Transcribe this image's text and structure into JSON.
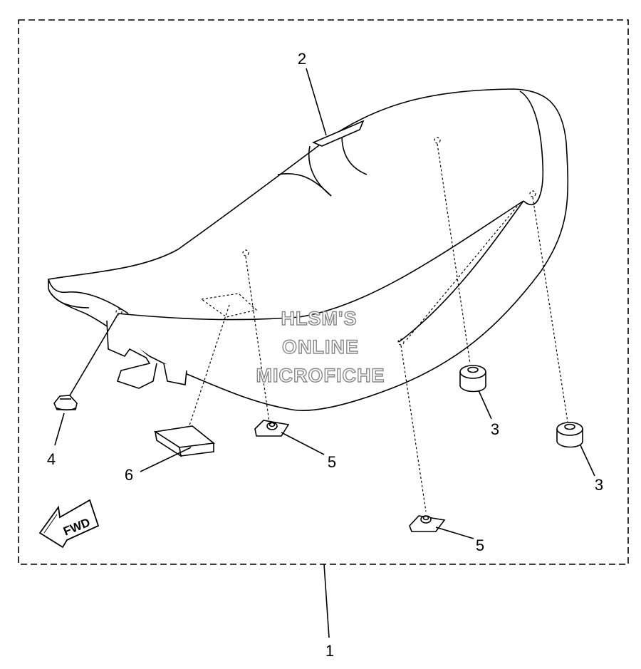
{
  "callouts": {
    "c1": "1",
    "c2": "2",
    "c3a": "3",
    "c3b": "3",
    "c4": "4",
    "c5a": "5",
    "c5b": "5",
    "c6": "6"
  },
  "fwd_label": "FWD",
  "watermark": {
    "line1": "HLSM'S",
    "line2": "ONLINE",
    "line3": "MICROFICHE"
  },
  "colors": {
    "line": "#000000",
    "background": "#ffffff",
    "watermark_outline": "#888888"
  }
}
